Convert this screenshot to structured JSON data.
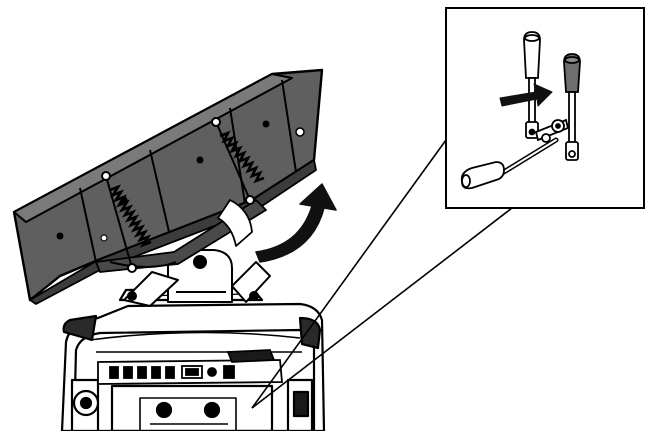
{
  "figure": {
    "components": [
      "plow-blade",
      "lift-springs",
      "tractor-body",
      "control-panel",
      "rotation-arrow",
      "detail-callout",
      "lever-handle-up",
      "lever-handle-shifted",
      "lever-handle-lowered",
      "push-arrow"
    ],
    "colors": {
      "ink": "#000000",
      "blade_fill": "#5f5f5f",
      "handle_gray": "#6e6e6e",
      "paper": "#ffffff",
      "arrow": "#111111"
    }
  }
}
